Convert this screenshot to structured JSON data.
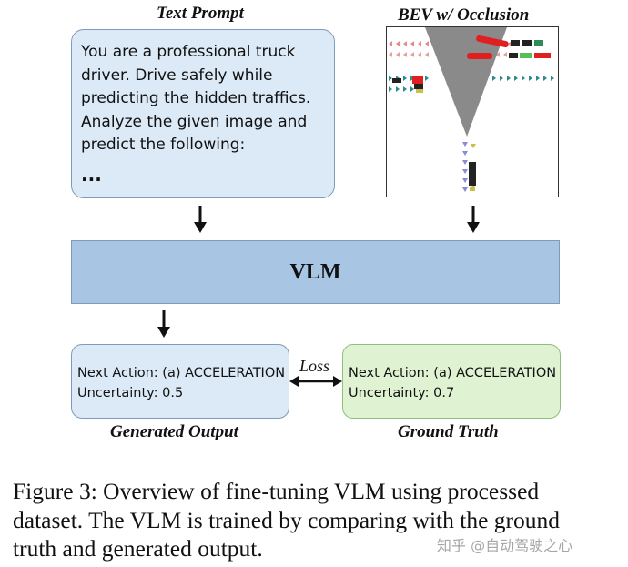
{
  "headers": {
    "text_prompt": "Text Prompt",
    "bev": "BEV w/ Occlusion"
  },
  "prompt": {
    "lines": [
      "You are a professional truck",
      "driver. Drive safely while",
      "predicting the hidden traffics.",
      "Analyze the given image and",
      "predict the following:"
    ],
    "ellipsis": "..."
  },
  "vlm": {
    "label": "VLM"
  },
  "generated_output": {
    "lines": [
      "Next Action: (a) ACCELERATION",
      "Uncertainty: 0.5"
    ],
    "caption": "Generated Output"
  },
  "ground_truth": {
    "lines": [
      "Next Action: (a) ACCELERATION",
      "Uncertainty: 0.7"
    ],
    "caption": "Ground Truth"
  },
  "loss_label": "Loss",
  "figure_caption": {
    "lines": [
      "Figure 3: Overview of fine-tuning VLM using processed",
      "dataset. The VLM is trained by comparing with the ground",
      "truth and generated output."
    ]
  },
  "watermark": "知乎 @自动驾驶之心",
  "colors": {
    "prompt_fill": "#dce9f6",
    "vlm_fill": "#a8c6e4",
    "ground_truth_fill": "#dff3d3",
    "occlusion": "#8a8a8a"
  }
}
